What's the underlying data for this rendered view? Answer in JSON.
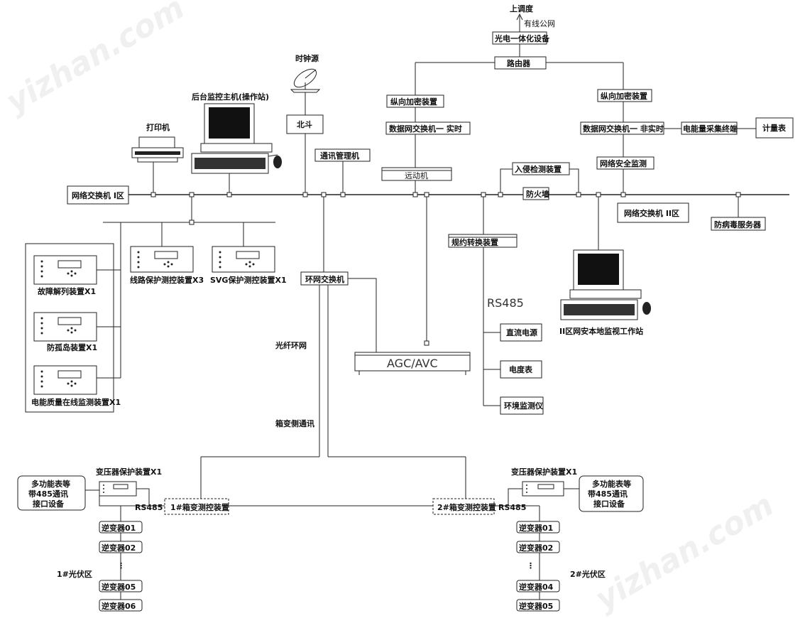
{
  "watermark": "yizhan.com",
  "labels": {
    "upper_dispatch": "上调度",
    "wired_public_net": "有线公网",
    "optical_device": "光电一体化设备",
    "router": "路由器",
    "clock_source": "时钟源",
    "beidou": "北斗",
    "backend_host": "后台监控主机(操作站)",
    "printer": "打印机",
    "comm_manager": "通讯管理机",
    "vertical_encrypt_left": "纵向加密装置",
    "data_switch_realtime": "数据网交换机一 实时",
    "telecontrol": "远动机",
    "vertical_encrypt_right": "纵向加密装置",
    "data_switch_nonrealtime": "数据网交换机一 非实时",
    "energy_terminal": "电能量采集终端",
    "meter_table": "计量表",
    "network_security": "网络安全监测",
    "intrusion_detection": "入侵检测装置",
    "firewall": "防火墙",
    "switch_zone1": "网络交换机 I区",
    "switch_zone2": "网络交换机 II区",
    "antivirus_server": "防病毒服务器",
    "protocol_converter": "规约转换装置",
    "ring_switch": "环网交换机",
    "fiber_ring": "光纤环网",
    "rs485_main": "RS485",
    "dc_power": "直流电源",
    "energy_meter": "电度表",
    "env_monitor": "环境监测仪",
    "agc_avc": "AGC/AVC",
    "zone2_workstation": "II区网安本地监视工作站",
    "fault_recorder": "故障解列装置X1",
    "anti_islanding": "防孤岛装置X1",
    "power_quality": "电能质量在线监测装置X1",
    "line_protection": "线路保护测控装置X3",
    "svg_protection": "SVG保护测控装置X1",
    "box_transformer_comm": "箱变侧通讯",
    "left_multi_meter_1": "多功能表等",
    "left_multi_meter_2": "带485通讯",
    "left_multi_meter_3": "接口设备",
    "right_multi_meter_1": "多功能表等",
    "right_multi_meter_2": "带485通讯",
    "right_multi_meter_3": "接口设备",
    "left_transformer_protect": "变压器保护装置X1",
    "right_transformer_protect": "变压器保护装置X1",
    "box1": "1#箱变测控装置",
    "box2": "2#箱变测控装置",
    "rs485_left": "RS485",
    "rs485_right": "RS485",
    "pv_zone1": "1#光伏区",
    "pv_zone2": "2#光伏区",
    "dots_left": "⋮",
    "dots_right": "⋮"
  },
  "inverters_left": [
    "逆变器01",
    "逆变器02",
    "逆变器05",
    "逆变器06"
  ],
  "inverters_right": [
    "逆变器01",
    "逆变器02",
    "逆变器04",
    "逆变器05"
  ],
  "colors": {
    "line": "#222222",
    "watermark": "#f0f0f0"
  }
}
